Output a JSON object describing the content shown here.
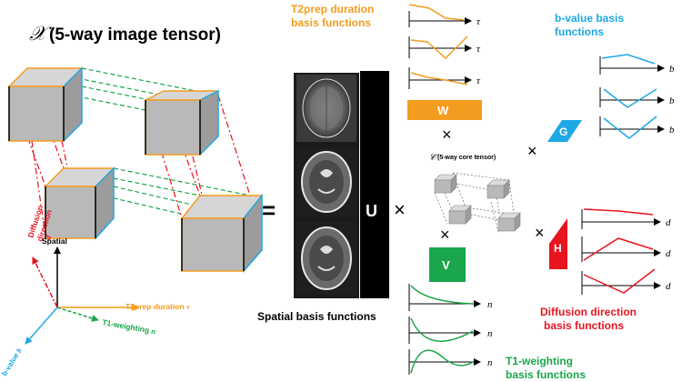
{
  "title": {
    "symbol": "𝒳",
    "text": "(5-way image tensor)"
  },
  "axes": {
    "spatial": "Spatial",
    "diffusion_line1": "Diffusion",
    "diffusion_line2": "direction",
    "diffusion_symbol": "d",
    "t2prep": "T2prep duration",
    "t2prep_symbol": "τ",
    "t1": "T1-weighting",
    "t1_symbol": "n",
    "bvalue": "b-value",
    "bvalue_symbol": "b"
  },
  "equals": "=",
  "times": "×",
  "spatial_basis": {
    "label": "Spatial basis functions",
    "factor": "U"
  },
  "t2prep_basis": {
    "line1": "T2prep duration",
    "line2": "basis functions",
    "factor": "W",
    "axis_symbol": "τ"
  },
  "bvalue_basis": {
    "line1": "b-value basis",
    "line2": "functions",
    "factor": "G",
    "axis_symbol": "b"
  },
  "core": {
    "symbol": "𝒞",
    "label": "(5-way core tensor)"
  },
  "diffusion_basis": {
    "line1": "Diffusion direction",
    "line2": "basis functions",
    "factor": "H",
    "axis_symbol": "d"
  },
  "t1_basis": {
    "line1": "T1-weighting",
    "line2": "basis functions",
    "factor": "V",
    "axis_symbol": "n"
  },
  "colors": {
    "t2prep": "#f39c1f",
    "bvalue": "#1ea8e6",
    "diffusion": "#e8141e",
    "t1": "#1aa64a",
    "cube": "#b9b9b9",
    "ink": "#000000"
  }
}
